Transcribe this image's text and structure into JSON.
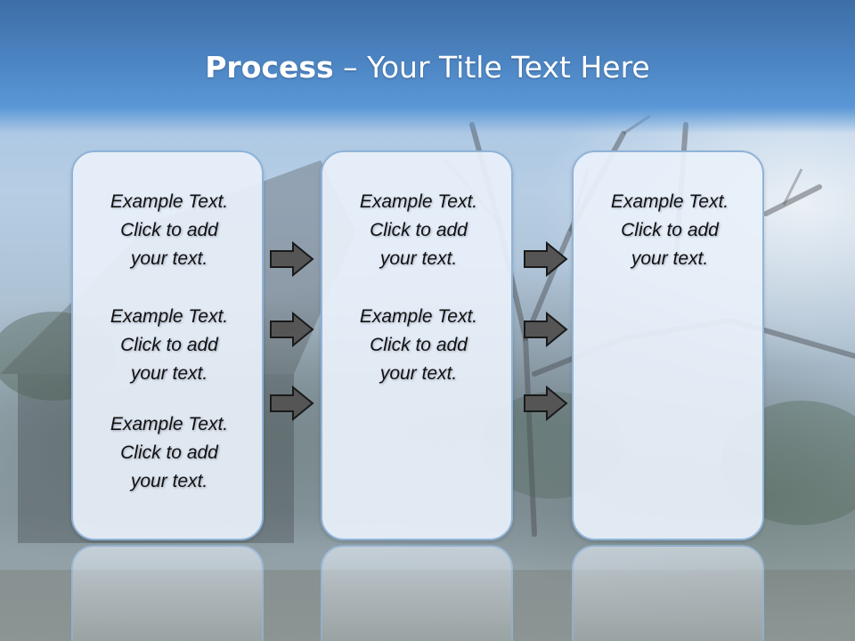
{
  "slide": {
    "title_bold": "Process",
    "title_rest": " – Your Title Text Here"
  },
  "columns": [
    {
      "items": [
        {
          "lines": [
            "Example Text.",
            "Click  to add",
            "your text."
          ]
        },
        {
          "lines": [
            "Example Text.",
            "Click  to add",
            "your text."
          ]
        },
        {
          "lines": [
            "Example Text.",
            "Click  to add",
            "your text."
          ]
        }
      ]
    },
    {
      "items": [
        {
          "lines": [
            "Example Text.",
            "Click  to add",
            "your text."
          ]
        },
        {
          "lines": [
            "Example Text.",
            "Click  to add",
            "your text."
          ]
        }
      ]
    },
    {
      "items": [
        {
          "lines": [
            "Example Text.",
            "Click  to add",
            "your text."
          ]
        }
      ]
    }
  ],
  "arrows": {
    "count_per_gap": 3,
    "icon": "right-arrow-icon",
    "fill_color": "#555555",
    "stroke_color": "#1a1a1a"
  },
  "colors": {
    "title_bar": "#4a7fbf",
    "box_fill": "#e8f0fa",
    "box_border": "#8fb3d8"
  }
}
